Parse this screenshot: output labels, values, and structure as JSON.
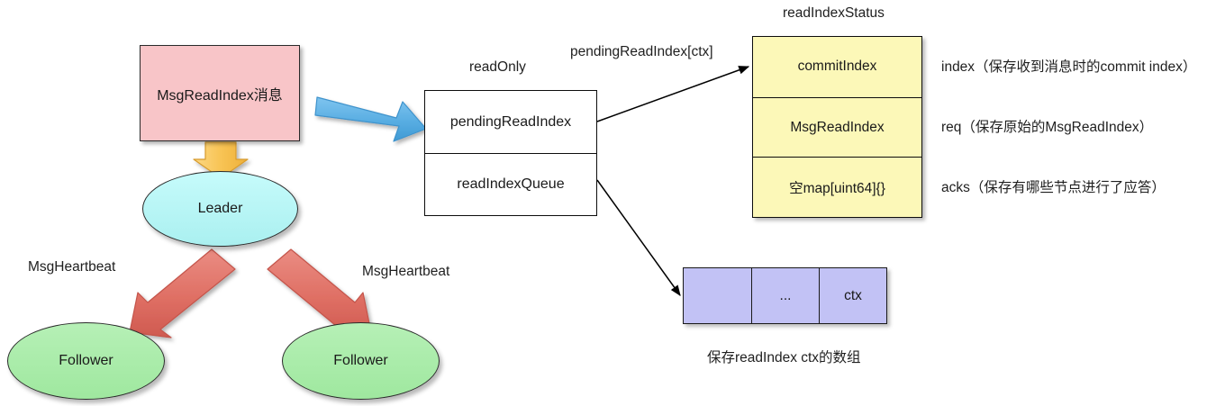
{
  "diagram": {
    "title_labels": {
      "read_only": "readOnly",
      "pending_read_index_ctx": "pendingReadIndex[ctx]",
      "read_index_status": "readIndexStatus",
      "ctx_array_caption": "保存readIndex ctx的数组"
    },
    "message_box": {
      "label": "MsgReadIndex消息",
      "fill": "#f8c5c8",
      "stroke": "#2a2a2a"
    },
    "nodes": {
      "leader": {
        "label": "Leader",
        "fill": "#b6f5f5"
      },
      "follower_left": {
        "label": "Follower",
        "fill": "#a8ecA8"
      },
      "follower_right": {
        "label": "Follower",
        "fill": "#a8ecA8"
      }
    },
    "heartbeat_labels": {
      "left": "MsgHeartbeat",
      "right": "MsgHeartbeat"
    },
    "read_only_struct": {
      "title": "readOnly",
      "rows": [
        {
          "label": "pendingReadIndex"
        },
        {
          "label": "readIndexQueue"
        }
      ]
    },
    "read_index_status_struct": {
      "title": "readIndexStatus",
      "fill": "#fcf8b8",
      "rows": [
        {
          "label": "commitIndex",
          "annotation": "index（保存收到消息时的commit index）"
        },
        {
          "label": "MsgReadIndex",
          "annotation": "req（保存原始的MsgReadIndex）"
        },
        {
          "label": "空map[uint64]{}",
          "annotation": "acks（保存有哪些节点进行了应答）"
        }
      ]
    },
    "ctx_array": {
      "fill": "#c2c2f5",
      "cells": [
        {
          "label": ""
        },
        {
          "label": "..."
        },
        {
          "label": "ctx"
        }
      ],
      "caption": "保存readIndex ctx的数组"
    },
    "arrows": {
      "blue_block_arrow": {
        "color": "#5aabe0",
        "from": "MsgReadIndex消息",
        "to": "readOnly"
      },
      "yellow_block_arrow": {
        "color": "#f7c35a",
        "from": "MsgReadIndex消息",
        "to": "Leader"
      },
      "red_block_arrow_left": {
        "color": "#e0736a",
        "from": "Leader",
        "to": "Follower"
      },
      "red_block_arrow_right": {
        "color": "#e0736a",
        "from": "Leader",
        "to": "Follower"
      },
      "line_to_status": {
        "color": "#000000",
        "from": "pendingReadIndex",
        "to": "readIndexStatus"
      },
      "line_to_ctx_array": {
        "color": "#000000",
        "from": "readIndexQueue",
        "to": "ctx array"
      }
    }
  }
}
